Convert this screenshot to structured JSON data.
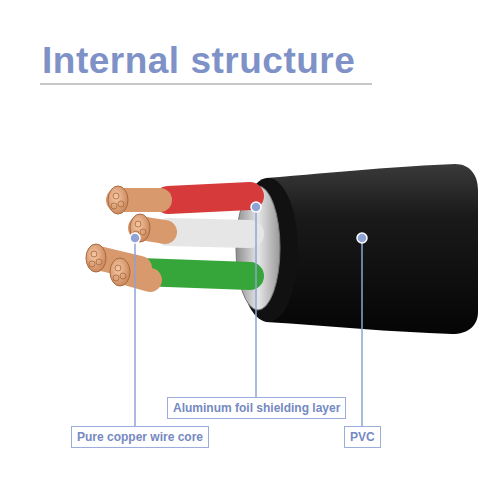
{
  "diagram": {
    "title": "Internal structure",
    "nodes": [
      {
        "text": [
          "Aluminum foil shielding layer"
        ]
      },
      {
        "text": [
          "Pure copper wire core"
        ]
      },
      {
        "text": [
          "PVC"
        ]
      }
    ]
  }
}
